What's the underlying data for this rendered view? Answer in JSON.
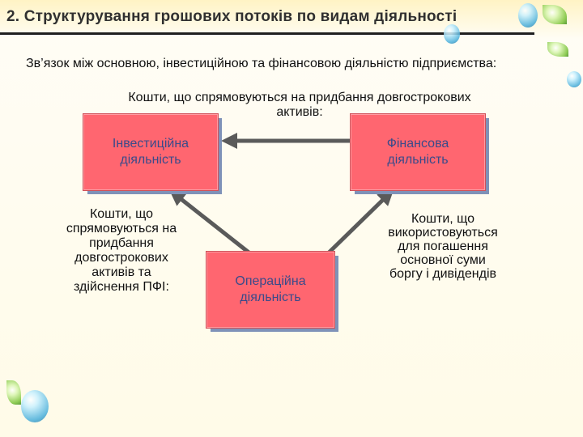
{
  "slide": {
    "title": "2. Структурування грошових потоків по видам діяльності",
    "subtitle": "Зв’язок між основною, інвестиційною та фінансовою діяльністю підприємства:"
  },
  "diagram": {
    "nodes": {
      "investment": {
        "line1": "Інвестиційна",
        "line2": "діяльність"
      },
      "financial": {
        "line1": "Фінансова",
        "line2": "діяльність"
      },
      "operating": {
        "line1": "Операційна",
        "line2": "діяльність"
      }
    },
    "captions": {
      "top": {
        "line1": "Кошти, що спрямовуються на придбання довгострокових",
        "line2": "активів:"
      },
      "left": {
        "line1": "Кошти, що",
        "line2": "спрямовуються на",
        "line3": "придбання",
        "line4": "довгострокових",
        "line5": "активів та",
        "line6": "здійснення ПФІ:"
      },
      "right": {
        "line1": "Кошти, що",
        "line2": "використовуються",
        "line3": "для погашення",
        "line4": "основної суми",
        "line5": "боргу і дивідендів"
      }
    },
    "edges": [
      {
        "from": "financial",
        "to": "investment"
      },
      {
        "from": "operating",
        "to": "investment"
      },
      {
        "from": "operating",
        "to": "financial"
      }
    ],
    "colors": {
      "box_fill": "#ff6670",
      "box_text": "#3a4a8a",
      "arrow": "#5a5a5a"
    }
  }
}
